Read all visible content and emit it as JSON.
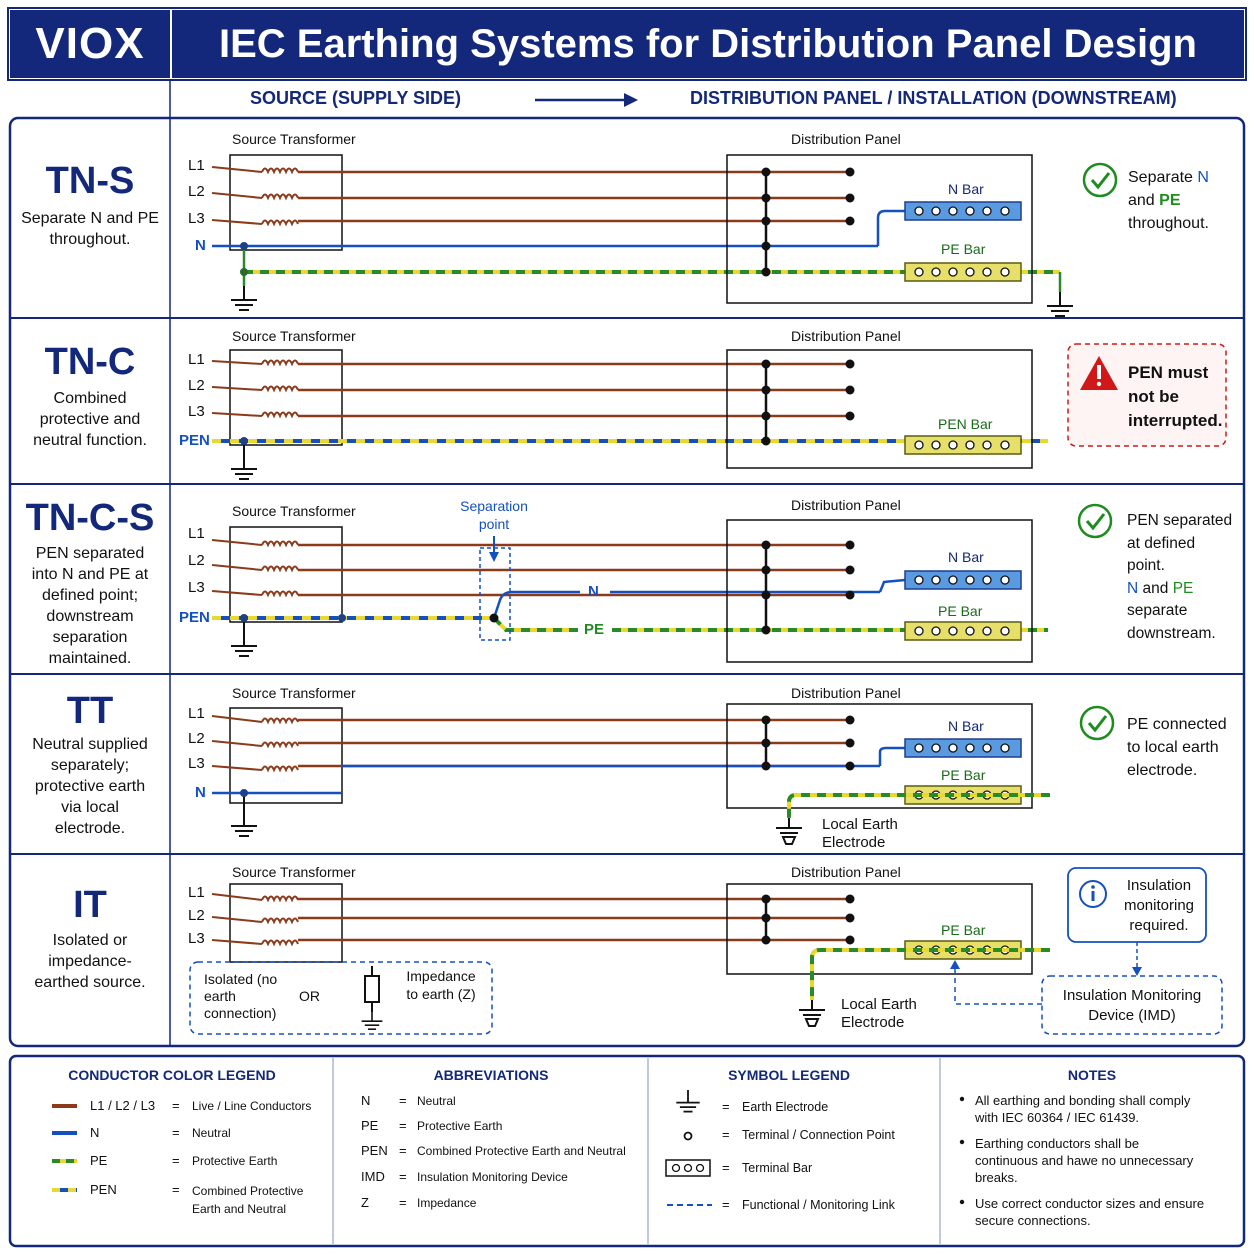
{
  "header": {
    "logo": "VIOX",
    "title": "IEC Earthing Systems for Distribution Panel Design"
  },
  "subheader": {
    "source": "SOURCE (SUPPLY SIDE)",
    "panel": "DISTRIBUTION PANEL / INSTALLATION (DOWNSTREAM)"
  },
  "common": {
    "source_transformer": "Source Transformer",
    "distribution_panel": "Distribution Panel",
    "l1": "L1",
    "l2": "L2",
    "l3": "L3",
    "n": "N",
    "pen": "PEN",
    "pe": "PE",
    "n_bar": "N Bar",
    "pe_bar": "PE Bar",
    "pen_bar": "PEN Bar"
  },
  "systems": [
    {
      "name": "TN-S",
      "desc": "Separate N and PE throughout.",
      "note_parts": [
        "Separate ",
        "N",
        " and ",
        "PE",
        " throughout."
      ]
    },
    {
      "name": "TN-C",
      "desc": "Combined protective and neutral function.",
      "note_lines": [
        "PEN must",
        "not be",
        "interrupted."
      ]
    },
    {
      "name": "TN-C-S",
      "desc": "PEN separated into N and PE at defined point; downstream separation maintained.",
      "separation": "Separation point",
      "note_a": "PEN separated at defined point.",
      "note_b_parts": [
        "N",
        " and ",
        "PE",
        " separate downstream."
      ]
    },
    {
      "name": "TT",
      "desc": "Neutral supplied separately; protective earth via local electrode.",
      "local_earth": "Local Earth Electrode",
      "note": "PE connected to local earth electrode."
    },
    {
      "name": "IT",
      "desc": "Isolated or impedance-earthed source.",
      "isolated": "Isolated (no earth connection)",
      "or": "OR",
      "impedance": "Impedance to earth (Z)",
      "local_earth": "Local Earth Electrode",
      "note": "Insulation monitoring required.",
      "imd": "Insulation Monitoring Device (IMD)"
    }
  ],
  "legend": {
    "conductor": {
      "title": "CONDUCTOR COLOR LEGEND",
      "items": [
        {
          "key": "L1 / L2 / L3",
          "eq": "=",
          "value": "Live / Line Conductors",
          "color": "#8b3a1a"
        },
        {
          "key": "N",
          "eq": "=",
          "value": "Neutral",
          "color": "#1450c0"
        },
        {
          "key": "PE",
          "eq": "=",
          "value": "Protective Earth",
          "color": "#2a8a2a"
        },
        {
          "key": "PEN",
          "eq": "=",
          "value": "Combined Protective Earth and Neutral",
          "color": "#1450c0"
        }
      ]
    },
    "abbreviations": {
      "title": "ABBREVIATIONS",
      "items": [
        {
          "key": "N",
          "eq": "=",
          "value": "Neutral"
        },
        {
          "key": "PE",
          "eq": "=",
          "value": "Protective Earth"
        },
        {
          "key": "PEN",
          "eq": "=",
          "value": "Combined Protective Earth and Neutral"
        },
        {
          "key": "IMD",
          "eq": "=",
          "value": "Insulation Monitoring Device"
        },
        {
          "key": "Z",
          "eq": "=",
          "value": "Impedance"
        }
      ]
    },
    "symbols": {
      "title": "SYMBOL LEGEND",
      "items": [
        {
          "eq": "=",
          "value": "Earth Electrode"
        },
        {
          "eq": "=",
          "value": "Terminal / Connection Point"
        },
        {
          "eq": "=",
          "value": "Terminal Bar"
        },
        {
          "eq": "=",
          "value": "Functional / Monitoring Link"
        }
      ]
    },
    "notes": {
      "title": "NOTES",
      "items": [
        "All earthing and bonding shall comply with IEC 60364 / IEC 61439.",
        "Earthing conductors shall be continuous and hawe no unnecessary breaks.",
        "Use correct conductor sizes and ensure secure connections."
      ]
    }
  },
  "colors": {
    "navy": "#13287a",
    "live": "#8b3a1a",
    "neutral": "#1450c0",
    "earth_green": "#2a8a2a",
    "earth_yellow": "#e8d830",
    "bar_blue": "#5a9ae0",
    "bar_yellow": "#e6e06a",
    "ok_green": "#1e8c1e",
    "warn_red": "#d01818"
  }
}
